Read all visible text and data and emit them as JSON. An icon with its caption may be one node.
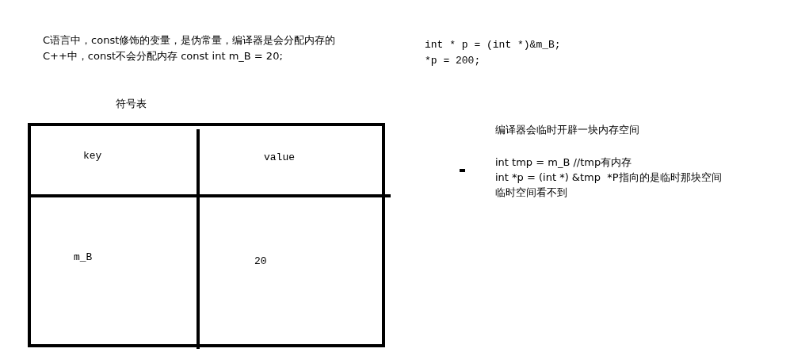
{
  "diagram": {
    "labels": [
      "C语言中，const修饰的变量，是伪常量，编译器是会分配内存的",
      "C++中，const不会分配内存 const int m_B = 20;",
      "int * p = (int *)&m_B;",
      "*p = 200;",
      "符号表",
      "key",
      "value",
      "m_B",
      "20",
      "编译器会临时开辟一块内存空间",
      "int tmp = m_B //tmp有内存",
      "int *p = (int *) &tmp  *P指向的是临时那块空间",
      "临时空间看不到"
    ]
  }
}
